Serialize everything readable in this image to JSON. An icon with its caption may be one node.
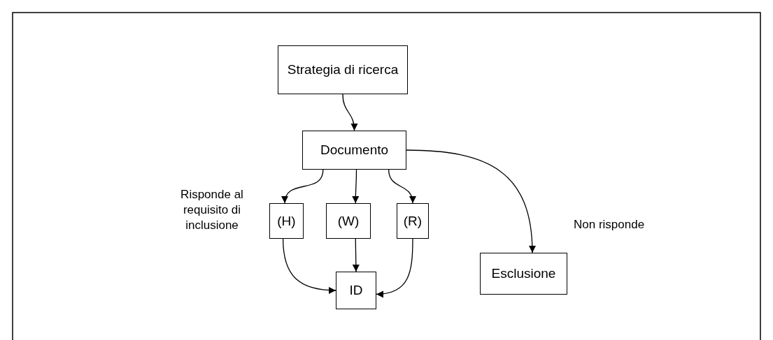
{
  "diagram": {
    "nodes": [
      {
        "text": [
          "Strategia di ricerca"
        ]
      },
      {
        "text": [
          "Documento"
        ]
      },
      {
        "text": [
          "(H)"
        ]
      },
      {
        "text": [
          "(W)"
        ]
      },
      {
        "text": [
          "(R)"
        ]
      },
      {
        "text": [
          "ID"
        ]
      },
      {
        "text": [
          "Esclusione"
        ]
      }
    ],
    "edges": [
      {
        "from": 0,
        "to": 1,
        "arrow": "to"
      },
      {
        "from": 1,
        "to": 2,
        "arrow": "to"
      },
      {
        "from": 1,
        "to": 3,
        "arrow": "to"
      },
      {
        "from": 1,
        "to": 4,
        "arrow": "to"
      },
      {
        "from": 1,
        "to": 6,
        "arrow": "to",
        "label": "Non risponde"
      },
      {
        "from": 2,
        "to": 5,
        "arrow": "to"
      },
      {
        "from": 3,
        "to": 5,
        "arrow": "to"
      },
      {
        "from": 4,
        "to": 5,
        "arrow": "to"
      }
    ],
    "labels": [
      "Risponde al requisito di inclusione"
    ]
  }
}
